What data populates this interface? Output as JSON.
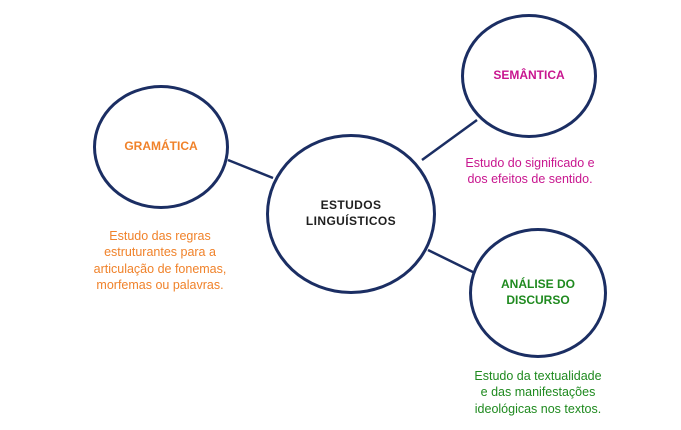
{
  "colors": {
    "circle_stroke": "#1b2e63",
    "gramatica": "#f0822a",
    "semantica": "#c8168f",
    "discurso": "#1f8a1f",
    "center_text": "#1f1f1f"
  },
  "center": {
    "line1": "ESTUDOS",
    "line2": "LINGUÍSTICOS"
  },
  "gramatica": {
    "title": "GRAMÁTICA",
    "desc": [
      "Estudo das regras",
      "estruturantes para a",
      "articulação de fonemas,",
      "morfemas ou palavras."
    ]
  },
  "semantica": {
    "title": "SEMÂNTICA",
    "desc": [
      "Estudo do significado e",
      "dos efeitos de sentido."
    ]
  },
  "discurso": {
    "title_line1": "ANÁLISE DO",
    "title_line2": "DISCURSO",
    "desc": [
      "Estudo da textualidade",
      "e das manifestações",
      "ideológicas nos textos."
    ]
  }
}
